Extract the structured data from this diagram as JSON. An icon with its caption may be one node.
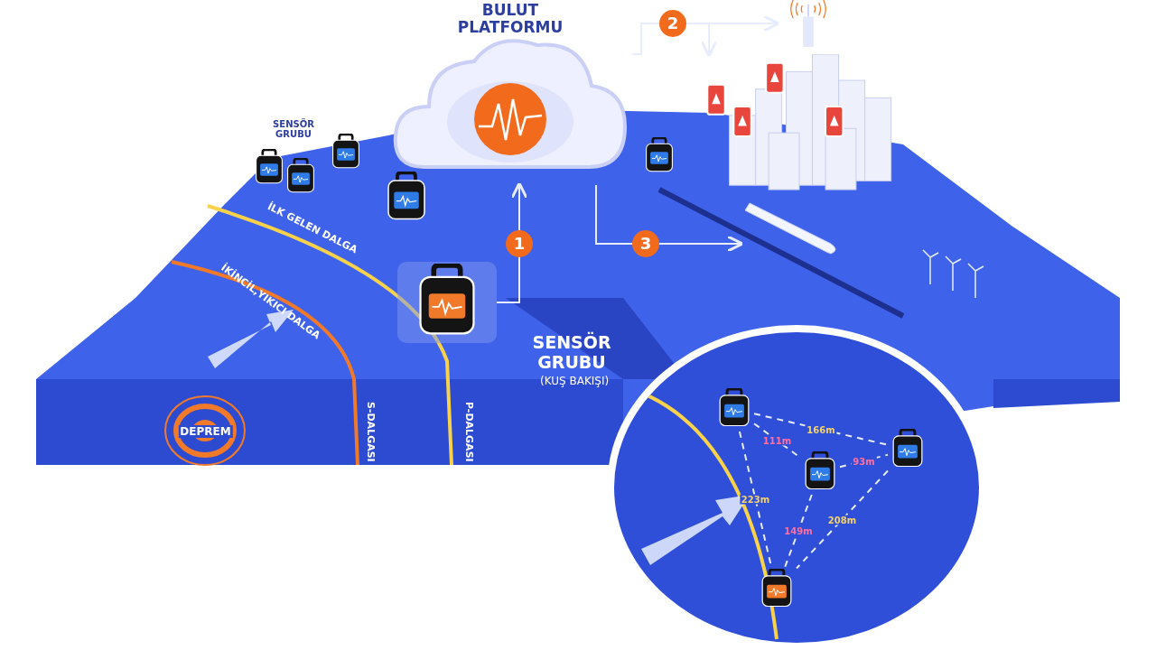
{
  "diagram": {
    "nodes": [
      {
        "text": [
          "BULUT PLATFORMU"
        ]
      },
      {
        "text": [],
        "shape": "picture"
      },
      {
        "text": [],
        "shape": "picture"
      },
      {
        "text": [],
        "shape": "picture"
      },
      {
        "text": [],
        "shape": "picture"
      },
      {
        "text": [],
        "shape": "circle"
      },
      {
        "text": [],
        "shape": "picture",
        "in": 5
      },
      {
        "text": [],
        "shape": "picture",
        "in": 5
      },
      {
        "text": [],
        "shape": "picture",
        "in": 5
      },
      {
        "text": [],
        "shape": "picture",
        "in": 5
      },
      {
        "text": [
          "DEPREM"
        ]
      }
    ],
    "edges": [
      {
        "from": 1,
        "to": 0,
        "arrow": "to",
        "label": "1"
      },
      {
        "from": 0,
        "to": 2,
        "arrow": "to",
        "label": "2"
      },
      {
        "from": 0,
        "to": 3,
        "arrow": "to"
      },
      {
        "from": 0,
        "to": 4,
        "arrow": "to",
        "label": "3"
      },
      {
        "from": 6,
        "to": 7,
        "arrow": "none",
        "style": "dashed",
        "label": "166m"
      },
      {
        "from": 6,
        "to": 8,
        "arrow": "none",
        "style": "dashed",
        "label": "111m"
      },
      {
        "from": 8,
        "to": 7,
        "arrow": "none",
        "style": "dashed",
        "label": "93m"
      },
      {
        "from": 6,
        "to": 9,
        "arrow": "none",
        "style": "dashed",
        "label": "223m"
      },
      {
        "from": 8,
        "to": 9,
        "arrow": "none",
        "style": "dashed",
        "label": "149m"
      },
      {
        "from": 7,
        "to": 9,
        "arrow": "none",
        "style": "dashed",
        "label": "208m"
      }
    ],
    "labels": [
      "SENSÖR GRUBU",
      "İLK GELEN DALGA",
      "İKİNCİL,YIKICI DALGA",
      "S-DALGASI",
      "P-DALGASI",
      "SENSÖR GRUBU",
      "(KUŞ BAKIŞI)"
    ]
  }
}
